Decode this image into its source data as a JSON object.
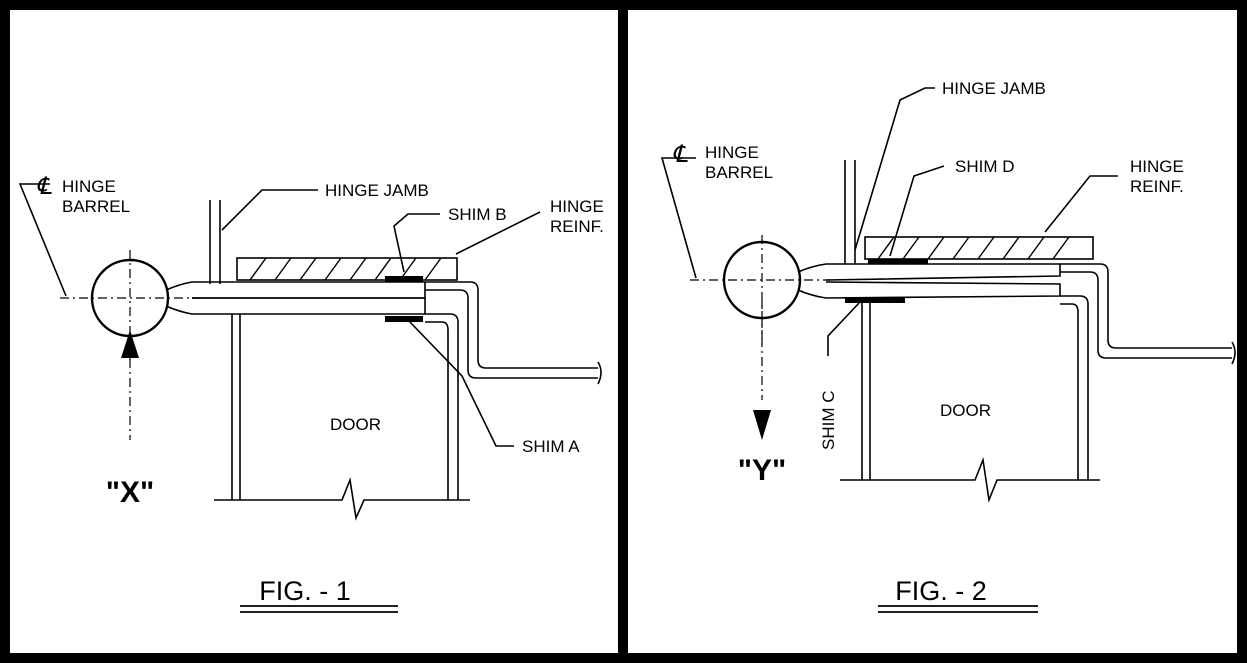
{
  "fig1": {
    "labels": {
      "hinge_jamb": "HINGE JAMB",
      "shim_b": "SHIM B",
      "hinge_reinf_1": "HINGE",
      "hinge_reinf_2": "REINF.",
      "hinge_barrel_1": "HINGE",
      "hinge_barrel_2": "BARREL",
      "door": "DOOR",
      "shim_a": "SHIM A",
      "view": "\"X\""
    },
    "caption": "FIG. - 1"
  },
  "fig2": {
    "labels": {
      "hinge_jamb": "HINGE JAMB",
      "shim_d": "SHIM D",
      "hinge_reinf_1": "HINGE",
      "hinge_reinf_2": "REINF.",
      "hinge_barrel_1": "HINGE",
      "hinge_barrel_2": "BARREL",
      "door": "DOOR",
      "shim_c": "SHIM C",
      "view": "\"Y\""
    },
    "caption": "FIG. - 2"
  },
  "colors": {
    "ink": "#000000",
    "paper": "#ffffff"
  }
}
